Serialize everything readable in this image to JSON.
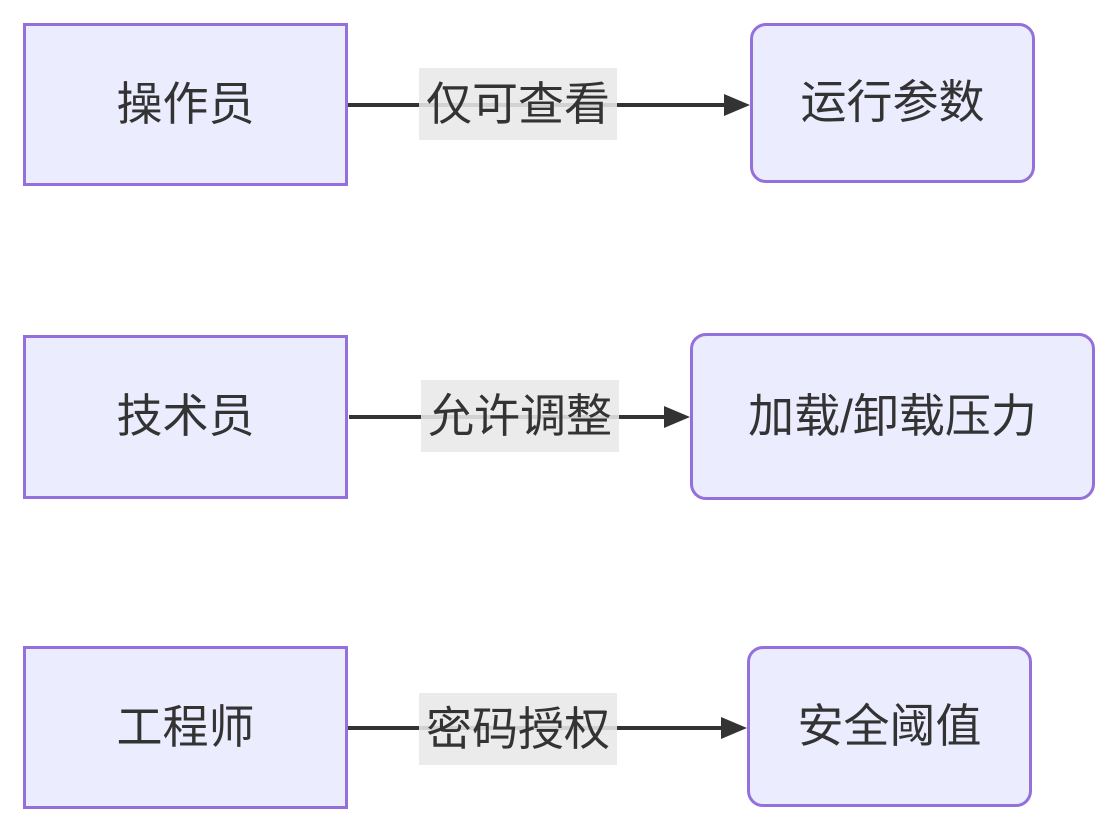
{
  "diagram": {
    "type": "flowchart-left-to-right",
    "theme": {
      "node_fill": "#ECECFF",
      "node_border": "#9370DB",
      "edge_color": "#333333",
      "edge_label_bg": "#e8e8e8",
      "text_color": "#333333",
      "background": "#ffffff"
    },
    "rows": [
      {
        "source": {
          "label": "操作员",
          "shape": "rect"
        },
        "edge": {
          "label": "仅可查看",
          "arrow": "right"
        },
        "target": {
          "label": "运行参数",
          "shape": "rounded"
        }
      },
      {
        "source": {
          "label": "技术员",
          "shape": "rect"
        },
        "edge": {
          "label": "允许调整",
          "arrow": "right"
        },
        "target": {
          "label": "加载/卸载压力",
          "shape": "rounded"
        }
      },
      {
        "source": {
          "label": "工程师",
          "shape": "rect"
        },
        "edge": {
          "label": "密码授权",
          "arrow": "right"
        },
        "target": {
          "label": "安全阈值",
          "shape": "rounded"
        }
      }
    ]
  }
}
